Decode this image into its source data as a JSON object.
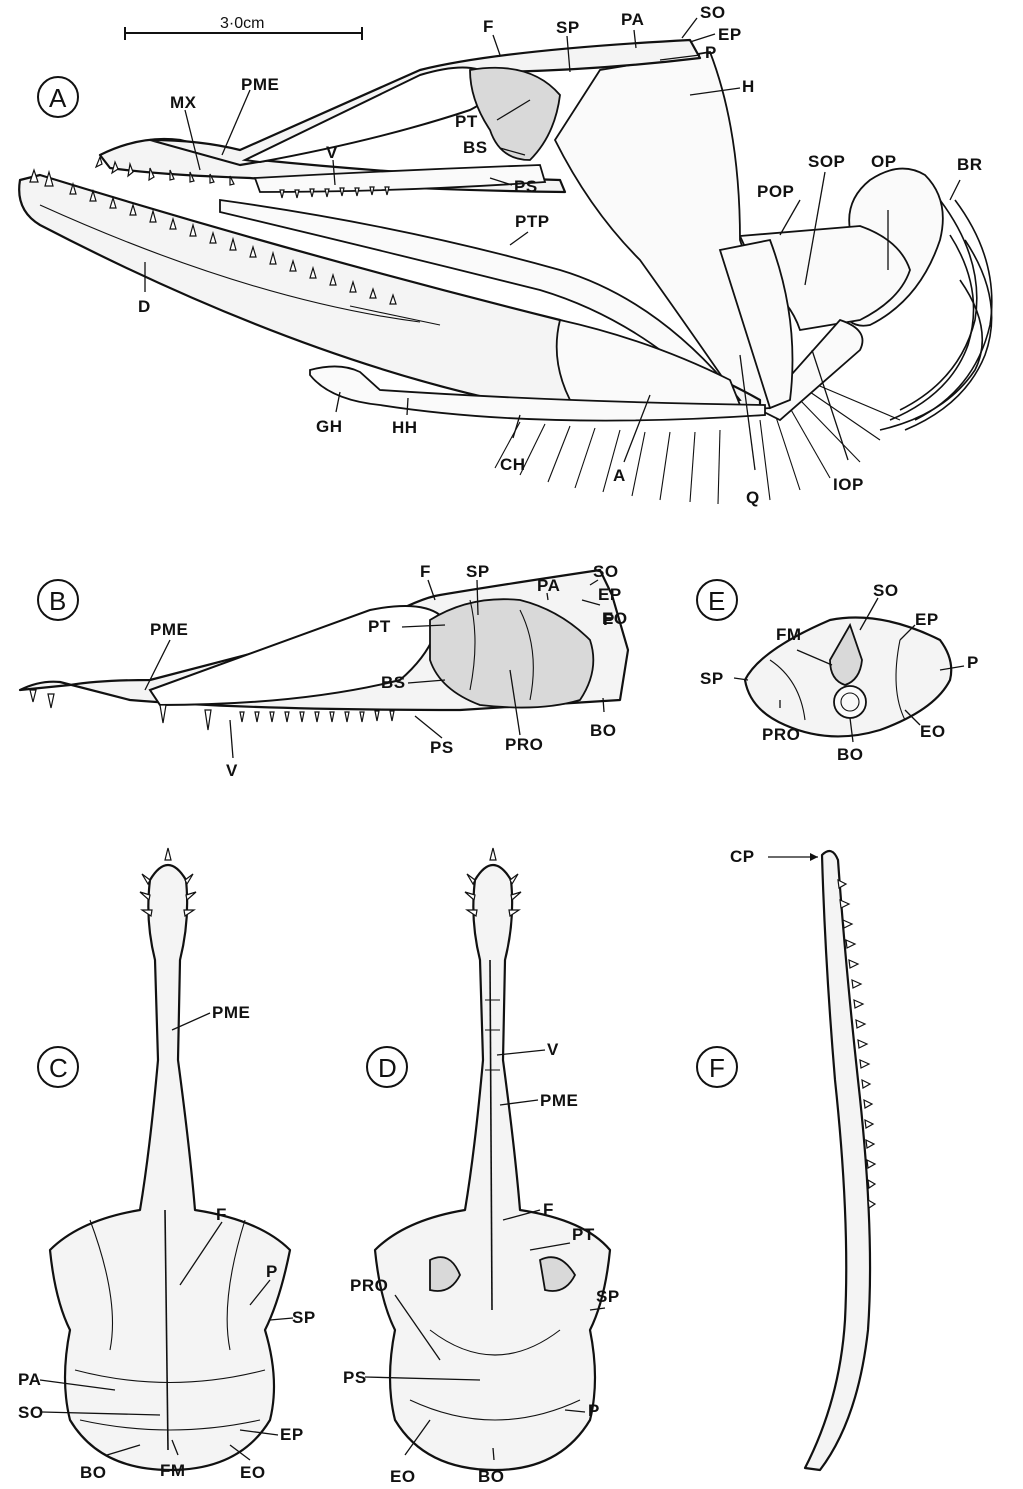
{
  "scale_bar": {
    "label": "3·0cm"
  },
  "panels": {
    "A": {
      "letter": "A",
      "labels": [
        "F",
        "SP",
        "PA",
        "SO",
        "EP",
        "P",
        "PME",
        "MX",
        "PT",
        "H",
        "BS",
        "V",
        "PS",
        "SOP",
        "OP",
        "BR",
        "POP",
        "PTP",
        "D",
        "GH",
        "HH",
        "CH",
        "A",
        "Q",
        "IOP"
      ]
    },
    "B": {
      "letter": "B",
      "labels": [
        "F",
        "SP",
        "PA",
        "SO",
        "EP",
        "P",
        "EO",
        "PME",
        "PT",
        "BS",
        "PS",
        "PRO",
        "BO",
        "V"
      ]
    },
    "C": {
      "letter": "C",
      "labels": [
        "PME",
        "F",
        "P",
        "SP",
        "PA",
        "SO",
        "EP",
        "BO",
        "FM",
        "EO"
      ]
    },
    "D": {
      "letter": "D",
      "labels": [
        "V",
        "PME",
        "F",
        "PT",
        "SP",
        "PRO",
        "PS",
        "P",
        "EO",
        "BO"
      ]
    },
    "E": {
      "letter": "E",
      "labels": [
        "FM",
        "SO",
        "EP",
        "P",
        "SP",
        "PRO",
        "BO",
        "EO"
      ]
    },
    "F": {
      "letter": "F",
      "labels": [
        "CP"
      ]
    }
  }
}
